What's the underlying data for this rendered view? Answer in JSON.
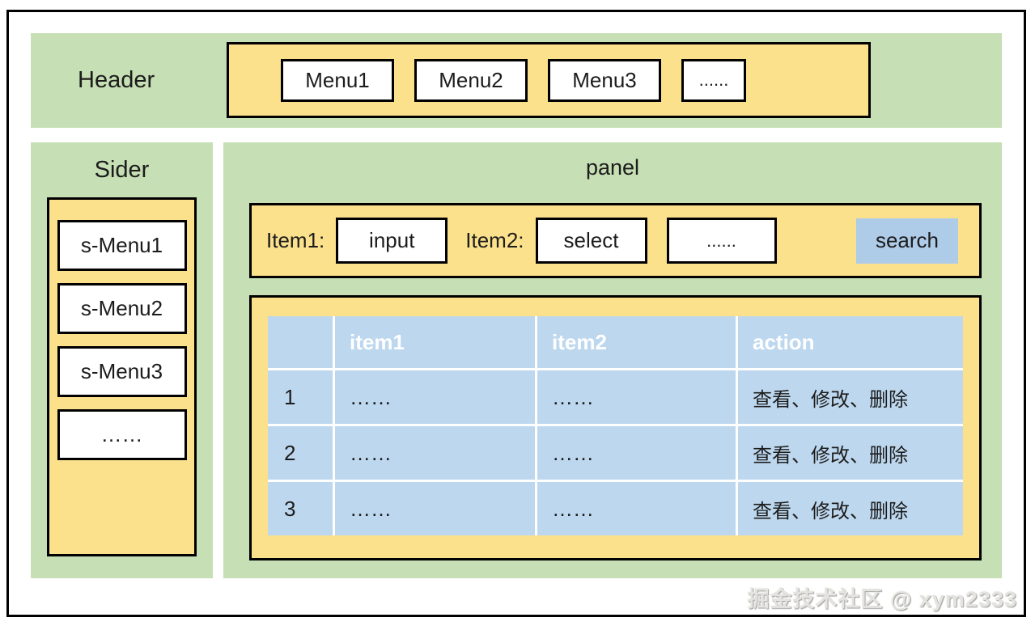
{
  "colors": {
    "green": "#c6dfb4",
    "yellow": "#fce18c",
    "blue_cell": "#bdd7ee",
    "blue_button": "#aecbe8"
  },
  "header": {
    "label": "Header",
    "menus": [
      "Menu1",
      "Menu2",
      "Menu3",
      "......"
    ]
  },
  "sider": {
    "label": "Sider",
    "menus": [
      "s-Menu1",
      "s-Menu2",
      "s-Menu3",
      "……"
    ]
  },
  "panel": {
    "label": "panel",
    "filter": {
      "item1_label": "Item1:",
      "input_label": "input",
      "item2_label": "Item2:",
      "select_label": "select",
      "more_label": "......",
      "search_label": "search"
    },
    "table": {
      "headers": [
        "",
        "item1",
        "item2",
        "action"
      ],
      "rows": [
        [
          "1",
          "……",
          "……",
          "查看、修改、删除"
        ],
        [
          "2",
          "……",
          "……",
          "查看、修改、删除"
        ],
        [
          "3",
          "……",
          "……",
          "查看、修改、删除"
        ]
      ]
    }
  },
  "watermark": "掘金技术社区 @ xym2333"
}
